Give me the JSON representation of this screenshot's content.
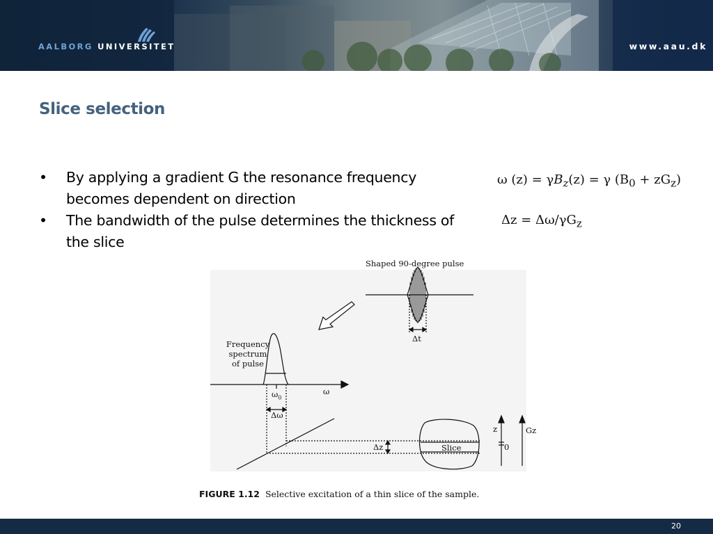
{
  "header": {
    "logo_first": "AALBORG",
    "logo_second": "UNIVERSITET",
    "url": "www.aau.dk"
  },
  "slide": {
    "title": "Slice selection",
    "bullets": [
      {
        "marker": "•",
        "text": "By applying a gradient G the resonance frequency becomes dependent on direction"
      },
      {
        "marker": "•",
        "text": "The bandwidth of the pulse determines the thickness of the slice"
      }
    ],
    "equations": {
      "eq1": {
        "lhs": "ω (z) = γ",
        "b": "B",
        "b_sub": "z",
        "mid": "(z) = γ (B",
        "b0_sub": "0",
        "tail": " + zG",
        "gz_sub": "z",
        "close": ")"
      },
      "eq2": {
        "main": "Δz = Δω/γG",
        "sub": "z"
      }
    },
    "page_number": "20"
  },
  "figure": {
    "pulse_title": "Shaped 90-degree pulse",
    "delta_t": "Δt",
    "spectrum_label_1": "Frequency",
    "spectrum_label_2": "spectrum",
    "spectrum_label_3": "of pulse",
    "omega_axis": "ω",
    "omega0": "ω",
    "omega0_sub": "0",
    "delta_omega": "Δω",
    "delta_z": "Δz",
    "slice_label": "Slice",
    "z_axis": "z",
    "zero": "0",
    "gz_axis": "Gz",
    "caption_label": "FIGURE 1.12",
    "caption_text": "Selective excitation of a thin slice of the sample."
  },
  "colors": {
    "title": "#44627e",
    "banner_dark": "#0f2339",
    "logo_accent": "#6fa2d6",
    "footer": "#152a43"
  },
  "icons": {
    "logo": "aau-waves-logo-icon",
    "arrow": "diagonal-arrow-icon"
  }
}
